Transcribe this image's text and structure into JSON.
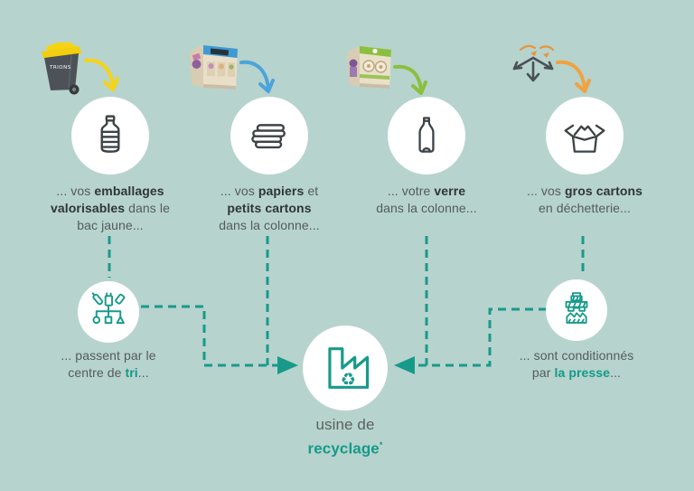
{
  "palette": {
    "background": "#b7d3cd",
    "teal_accent": "#189a8b",
    "text_gray": "#535b5e",
    "text_dark": "#2e3538",
    "icon_dark": "#3d4347",
    "bin_yellow": "#f6d414",
    "arrow_blue": "#4ba4da",
    "arrow_green": "#8bbf3e",
    "arrow_orange": "#f0a241",
    "circle_white": "#ffffff"
  },
  "stations": [
    {
      "id": "bac-jaune",
      "object": "yellow-lid-bin",
      "icon": "plastic-bottle-icon",
      "arrow_color": "#f6d414",
      "caption_lines": [
        {
          "s1": "... vos ",
          "s2": "emballages"
        },
        {
          "s2": "valorisables",
          "s3": " dans le"
        },
        {
          "s1": "bac jaune..."
        }
      ]
    },
    {
      "id": "colonne-papiers",
      "object": "paper-collection-column",
      "icon": "paper-stack-icon",
      "arrow_color": "#4ba4da",
      "caption_lines": [
        {
          "s1": "... vos ",
          "s2": "papiers",
          "s3": " et"
        },
        {
          "s2": "petits cartons"
        },
        {
          "s1": "dans la colonne..."
        }
      ]
    },
    {
      "id": "colonne-verre",
      "object": "glass-collection-column",
      "icon": "glass-bottle-icon",
      "arrow_color": "#8bbf3e",
      "caption_lines": [
        {
          "s1": "... votre ",
          "s2": "verre"
        },
        {
          "s1": "dans la colonne..."
        }
      ]
    },
    {
      "id": "dechetterie",
      "object": "dechetterie-sign",
      "icon": "cardboard-box-icon",
      "arrow_color": "#f0a241",
      "caption_lines": [
        {
          "s1": "... vos ",
          "s2": "gros cartons"
        },
        {
          "s1": "en déchetterie..."
        }
      ]
    }
  ],
  "process": {
    "tri": {
      "icon": "sorting-icon",
      "caption_lines": [
        {
          "s1": "... passent par le"
        },
        {
          "s1": "centre de ",
          "a": "tri",
          "s3": "..."
        }
      ]
    },
    "presse": {
      "icon": "press-icon",
      "caption_lines": [
        {
          "s1": "... sont conditionnés"
        },
        {
          "s1": "par ",
          "a": "la presse",
          "s3": "..."
        }
      ]
    },
    "usine": {
      "icon": "recycling-plant-icon",
      "line1": "usine de",
      "accent": "recyclage",
      "mark": "*"
    }
  }
}
